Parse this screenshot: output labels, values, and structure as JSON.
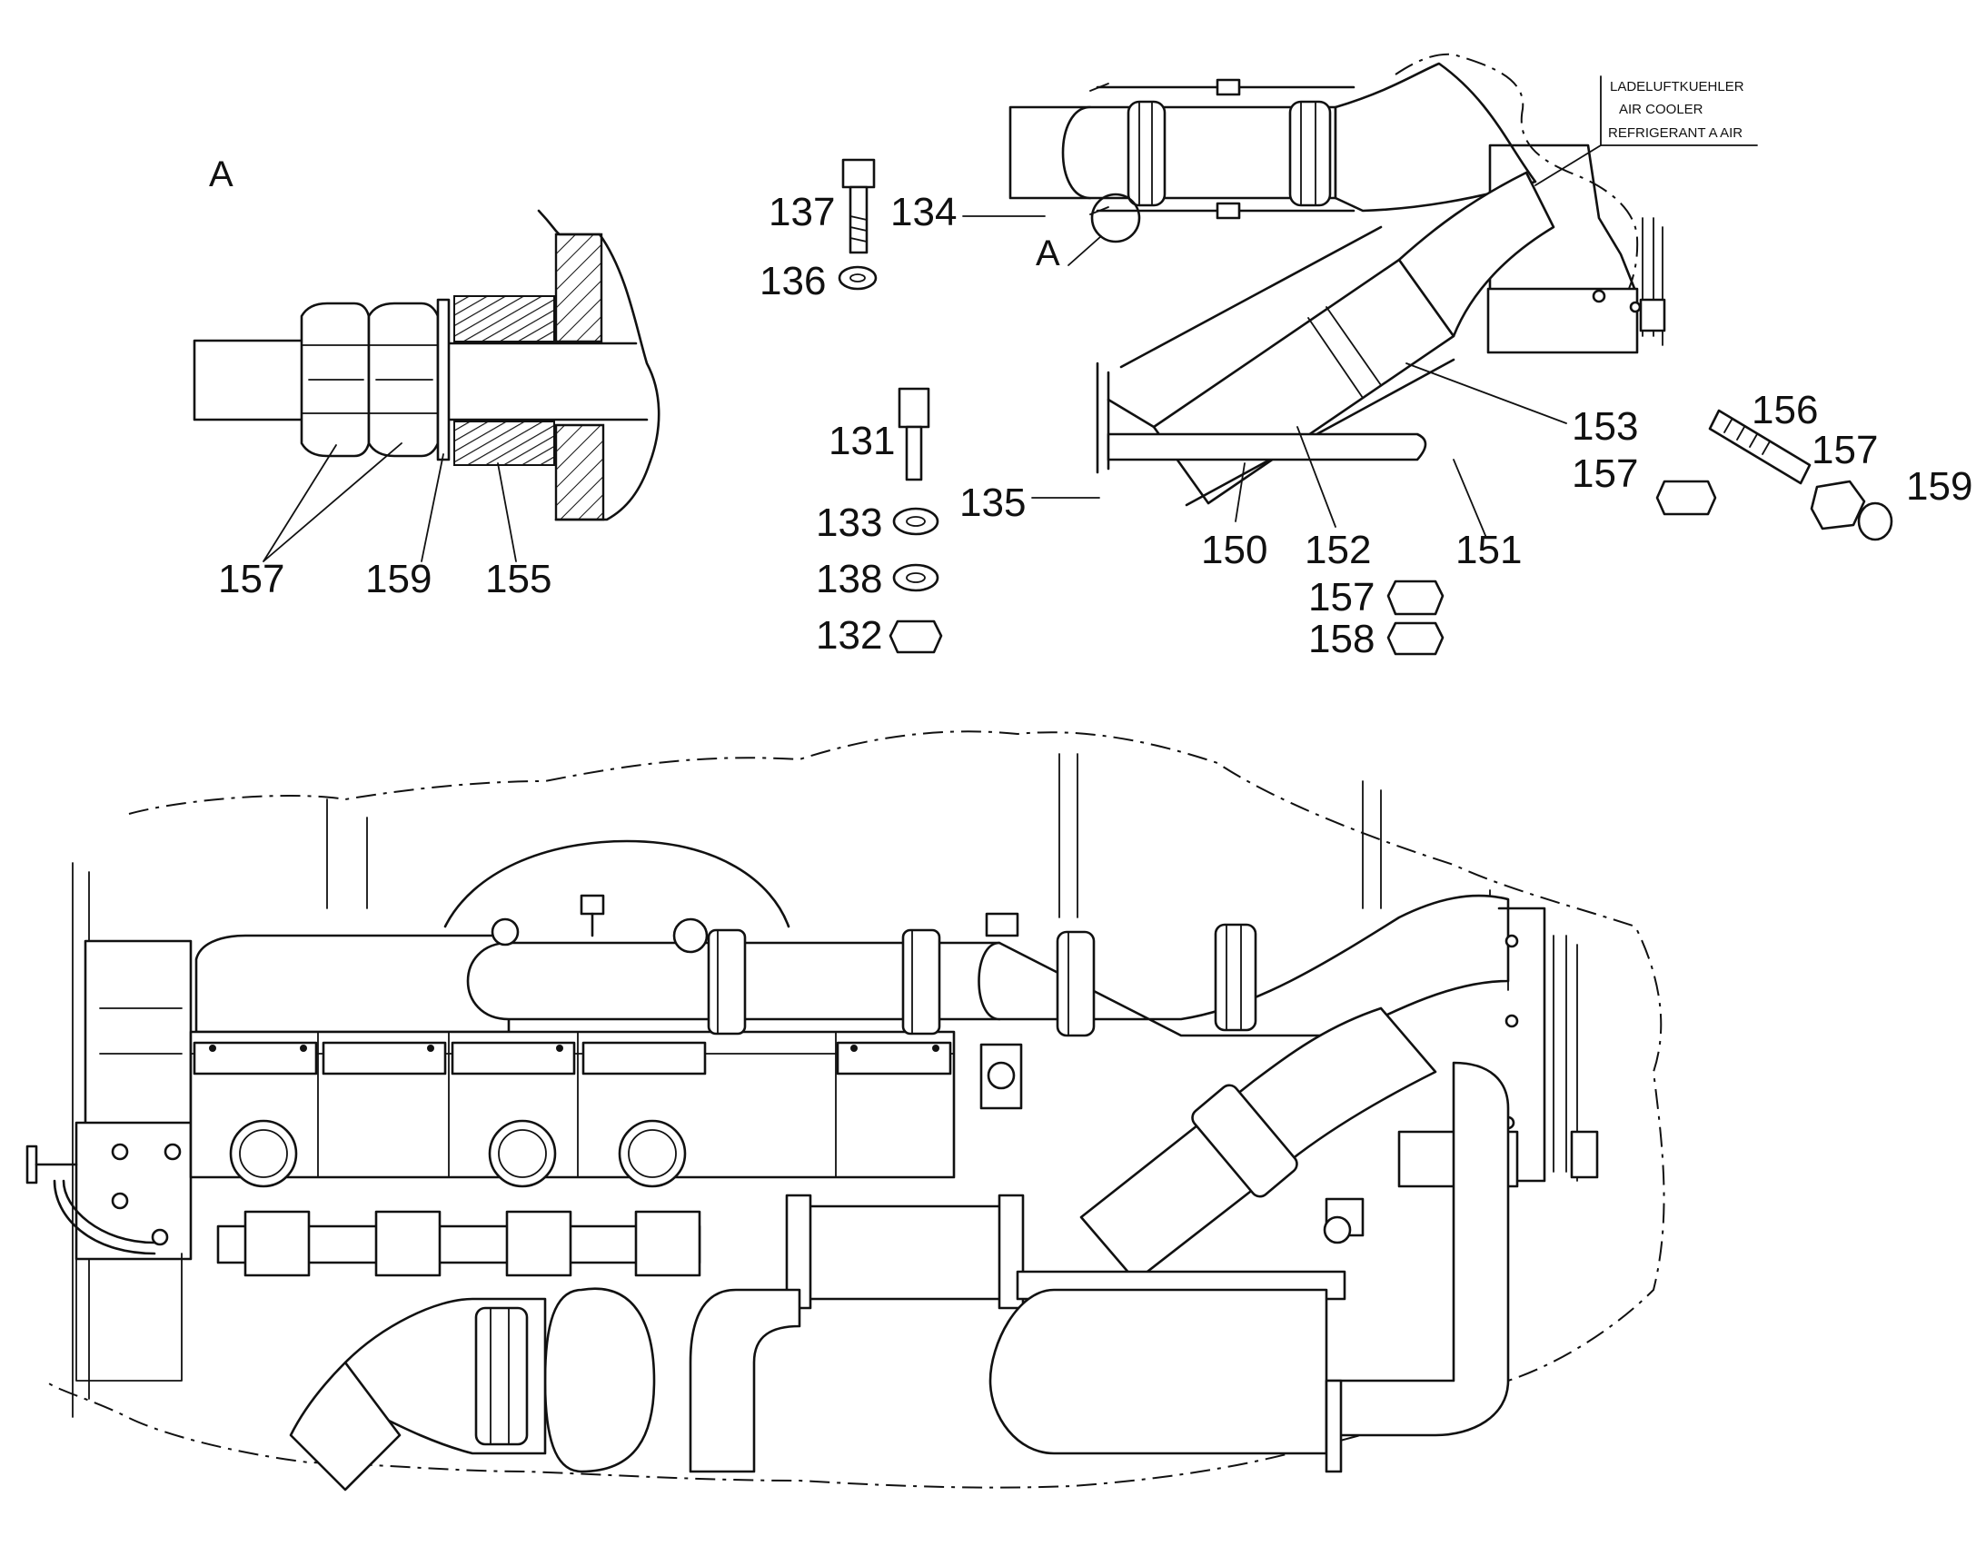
{
  "detail_view": {
    "label": "A",
    "callouts": {
      "nut": "157",
      "washer": "159",
      "spring": "155"
    }
  },
  "exploded_view": {
    "view_ref_label": "A",
    "note": {
      "line1": "LADELUFTKUEHLER",
      "line2": "AIR COOLER",
      "line3": "REFRIGERANT A AIR"
    },
    "callouts": {
      "c137": "137",
      "c134": "134",
      "c136": "136",
      "c131": "131",
      "c133": "133",
      "c138": "138",
      "c132": "132",
      "c135": "135",
      "c150": "150",
      "c152": "152",
      "c151": "151",
      "c153": "153",
      "c157a": "157",
      "c156": "156",
      "c157b": "157",
      "c159": "159",
      "c157c": "157",
      "c158": "158"
    }
  },
  "engine_view": {}
}
